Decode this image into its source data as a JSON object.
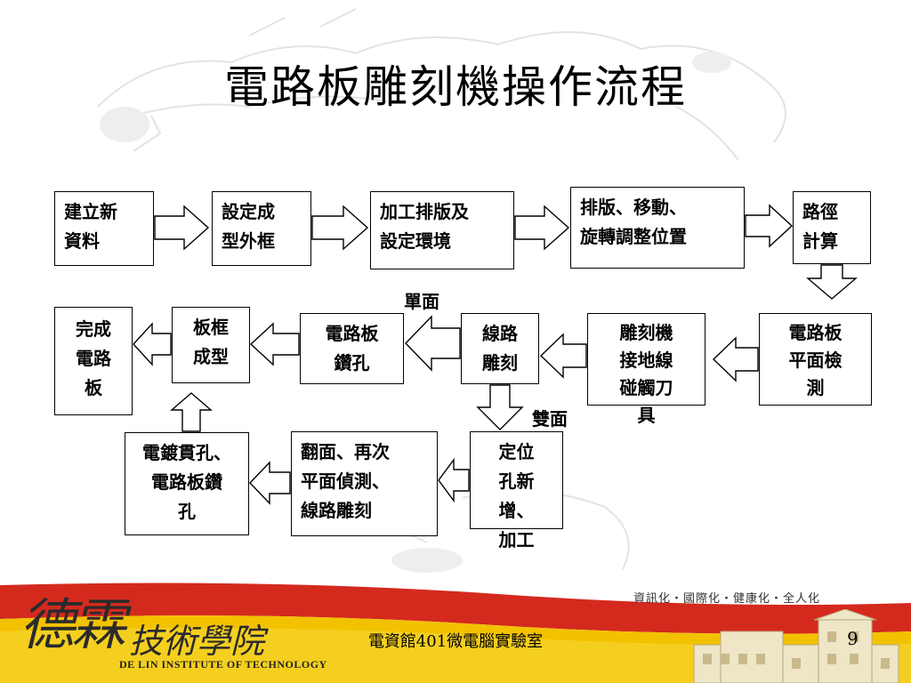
{
  "title": "電路板雕刻機操作流程",
  "boxes": {
    "b1": "建立新\n資料",
    "b2": "設定成\n型外框",
    "b3": "加工排版及\n設定環境",
    "b4": "排版、移動、\n旋轉調整位置",
    "b5": "路徑\n計算",
    "b6": "電路板\n平面檢\n測",
    "b7": "雕刻機\n接地線\n碰觸刀\n具",
    "b8": "線路\n雕刻",
    "b9": "電路板\n鑽孔",
    "b10": "板框\n成型",
    "b11": "完成\n電路\n板",
    "b12": "定位\n孔新\n增、\n加工",
    "b13": "翻面、再次\n平面偵測、\n線路雕刻",
    "b14": "電鍍貫孔、\n電路板鑽\n孔"
  },
  "labels": {
    "single": "單面",
    "double": "雙面"
  },
  "footer": {
    "lab": "電資館401微電腦實驗室",
    "slogan": "資訊化・國際化・健康化・全人化",
    "page": "9",
    "logo_cn": "德霖",
    "logo_cn2": "技術學院",
    "logo_en": "DE LIN INSTITUTE OF TECHNOLOGY"
  },
  "colors": {
    "footer_red": "#d42a1e",
    "footer_yellow": "#f2c200",
    "map_gray": "#e4e4e4"
  }
}
